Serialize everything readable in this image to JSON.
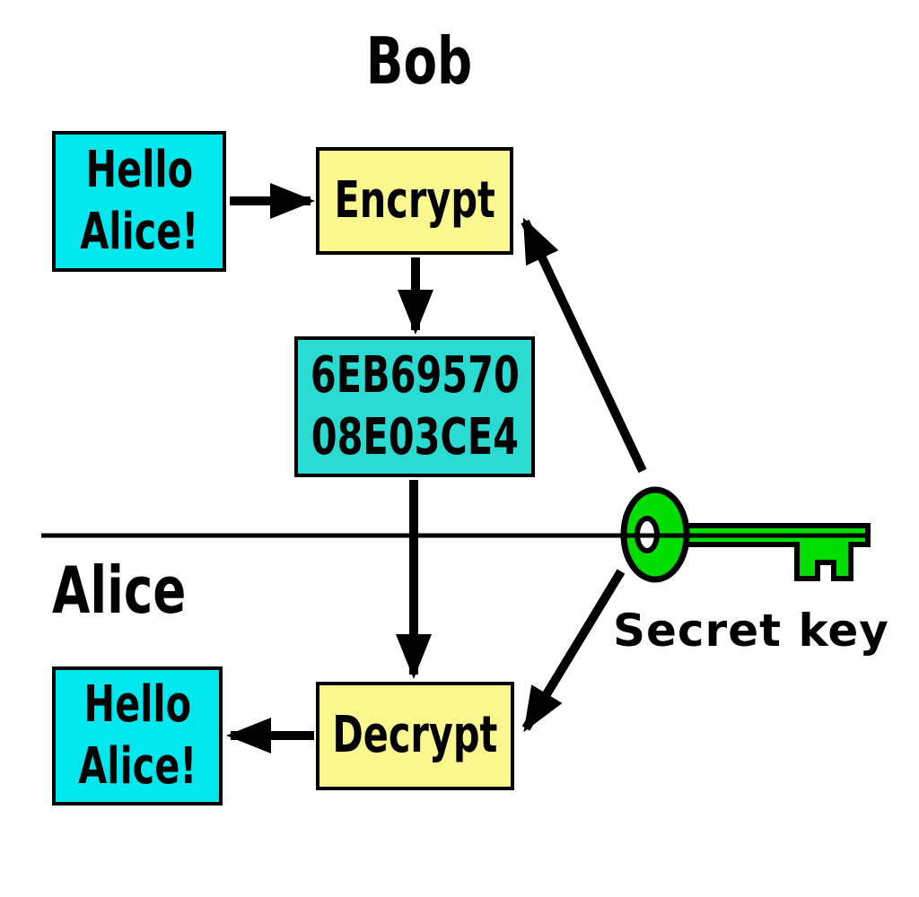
{
  "diagram": {
    "bob_label": "Bob",
    "alice_label": "Alice",
    "secret_key_label": "Secret key",
    "plaintext_top": {
      "line1": "Hello",
      "line2": "Alice!"
    },
    "encrypt_label": "Encrypt",
    "ciphertext": {
      "line1": "6EB69570",
      "line2": "08E03CE4"
    },
    "decrypt_label": "Decrypt",
    "plaintext_bottom": {
      "line1": "Hello",
      "line2": "Alice!"
    }
  },
  "colors": {
    "plaintext_fill": "#00e7ee",
    "ciphertext_fill": "#2adbd1",
    "process_fill": "#f9f78d",
    "key_fill": "#00dd00",
    "outline": "#000000",
    "background": "#ffffff"
  }
}
